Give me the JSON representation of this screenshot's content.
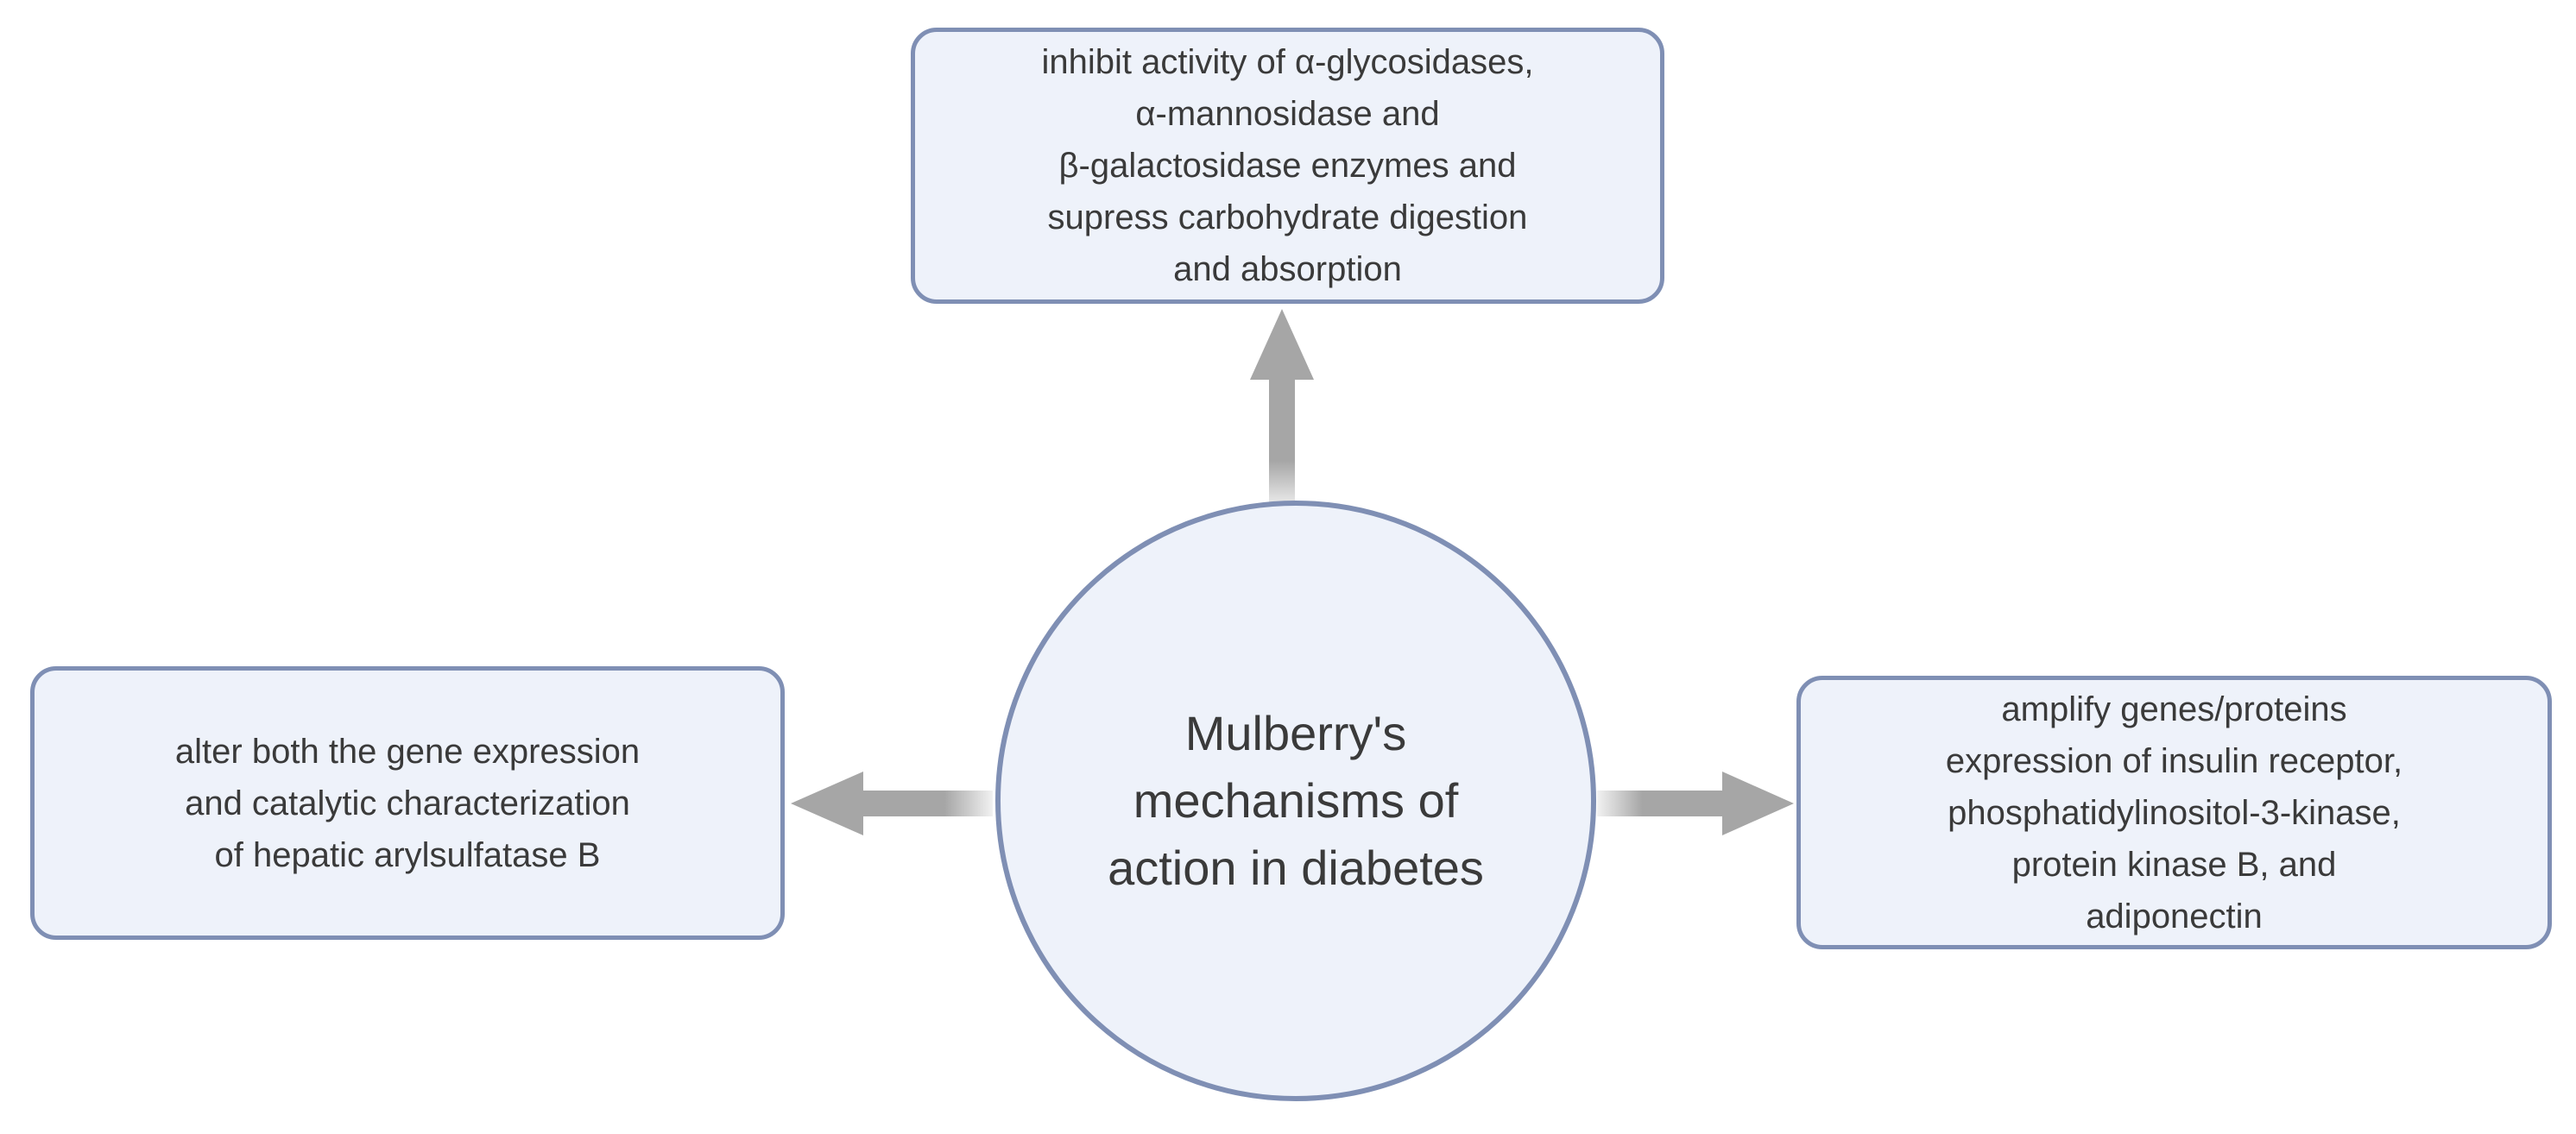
{
  "center": {
    "text": "Mulberry's\nmechanisms of\naction in diabetes"
  },
  "boxes": {
    "top": "inhibit activity of α-glycosidases,\nα-mannosidase and\nβ-galactosidase enzymes and\nsupress carbohydrate digestion\nand absorption",
    "left": "alter both the gene expression\nand catalytic characterization\nof hepatic arylsulfatase B",
    "right": "amplify genes/proteins\nexpression of insulin receptor,\nphosphatidylinositol-3-kinase,\nprotein kinase B, and\nadiponectin"
  },
  "colors": {
    "box_fill": "#eef2fa",
    "box_border": "#7f8fb4",
    "arrow": "#a6a6a6",
    "text": "#3a3a3a"
  }
}
